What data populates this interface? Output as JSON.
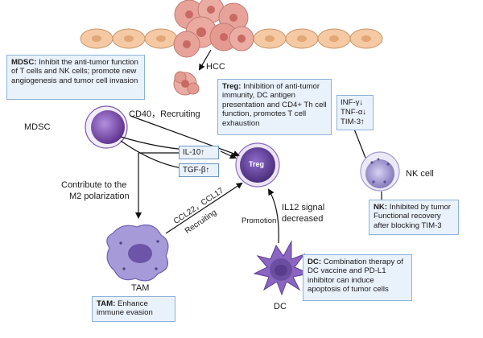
{
  "cells": {
    "hcc": "HCC",
    "mdsc": "MDSC",
    "treg": "Treg",
    "tam": "TAM",
    "dc": "DC",
    "nk": "NK cell"
  },
  "boxes": {
    "mdsc": {
      "title": "MDSC:",
      "text": "Inhibit the anti-tumor function of T cells and NK cells;  promote new angiogenesis and tumor cell invasion"
    },
    "treg": {
      "title": "Treg:",
      "text": "Inhibition of anti-tumor immunity, DC antigen presentation and CD4+ Th cell function, promotes T cell exhaustion"
    },
    "nk_markers": [
      "INF-γ↓",
      "TNF-α↓",
      "TIM-3↑"
    ],
    "nk": {
      "title": "NK:",
      "text": "Inhibited by tumor Functional recovery after blocking TIM-3"
    },
    "dc": {
      "title": "DC:",
      "text": "Combination therapy of DC vaccine and PD-L1 inhibitor can induce apoptosis of tumor cells"
    },
    "tam": {
      "title": "TAM:",
      "text": "Enhance immune evasion"
    }
  },
  "cytokines": {
    "il10": "IL-10↑",
    "tgfb": "TGF-β↑"
  },
  "labels": {
    "cd40": "CD40，Recruiting",
    "m2_line1": "Contribute to the",
    "m2_line2": "M2 polarization",
    "ccl": "CCL22，CCL17",
    "recruiting": "Recruiting",
    "promotion": "Promotion",
    "il12_line1": "IL12 signal",
    "il12_line2": "decreased"
  },
  "colors": {
    "box_fill": "#e9f1fb",
    "box_border": "#8fb2d9",
    "treg_purple": "#5b3a8c",
    "mdsc_purple": "#6a3f96",
    "tam_purple": "#8a7fc8",
    "nk_purple": "#8a80bd",
    "dc_purple": "#6c4ea0",
    "tumor_pink": "#e7a39a",
    "epithelium": "#f4c9a4"
  }
}
